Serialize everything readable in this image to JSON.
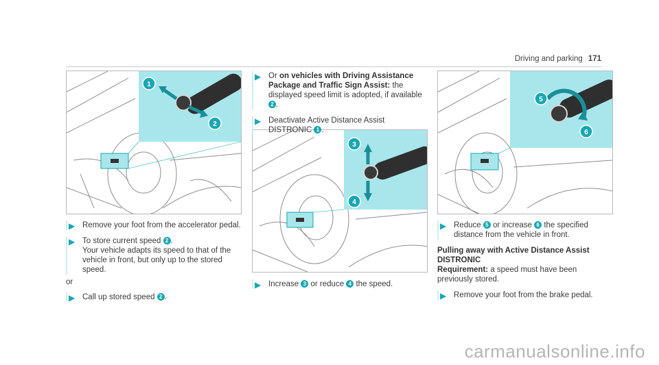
{
  "header": {
    "section": "Driving and parking",
    "page": "171"
  },
  "col1": {
    "step1": "Remove your foot from the accelerator pedal.",
    "step2_a": "To store current speed ",
    "step2_b": ".",
    "step2_c": "Your vehicle adapts its speed to that of the vehicle in front, but only up to the stored speed.",
    "or": "or",
    "step3_a": "Call up stored speed ",
    "step3_b": "."
  },
  "col2": {
    "step1_a": "Or ",
    "step1_bold": "on vehicles with Driving Assistance Package and Traffic Sign Assist:",
    "step1_b": " the displayed speed limit is adopted, if available ",
    "step1_c": ".",
    "step2_a": "Deactivate Active Distance Assist DISTRONIC ",
    "step2_b": ".",
    "step3_a": "Increase ",
    "step3_b": " or reduce ",
    "step3_c": " the speed."
  },
  "col3": {
    "step1_a": "Reduce ",
    "step1_b": " or increase ",
    "step1_c": " the specified distance from the vehicle in front.",
    "heading": "Pulling away with Active Distance Assist DISTRONIC",
    "req_label": "Requirement:",
    "req_text": " a speed must have been previously stored.",
    "step2": "Remove your foot from the brake pedal."
  },
  "markers": [
    "1",
    "2",
    "3",
    "4",
    "5",
    "6"
  ],
  "watermark": "carmanualsonline.info",
  "colors": {
    "accent": "#17a7b2",
    "highlight": "#a8e6ec"
  }
}
